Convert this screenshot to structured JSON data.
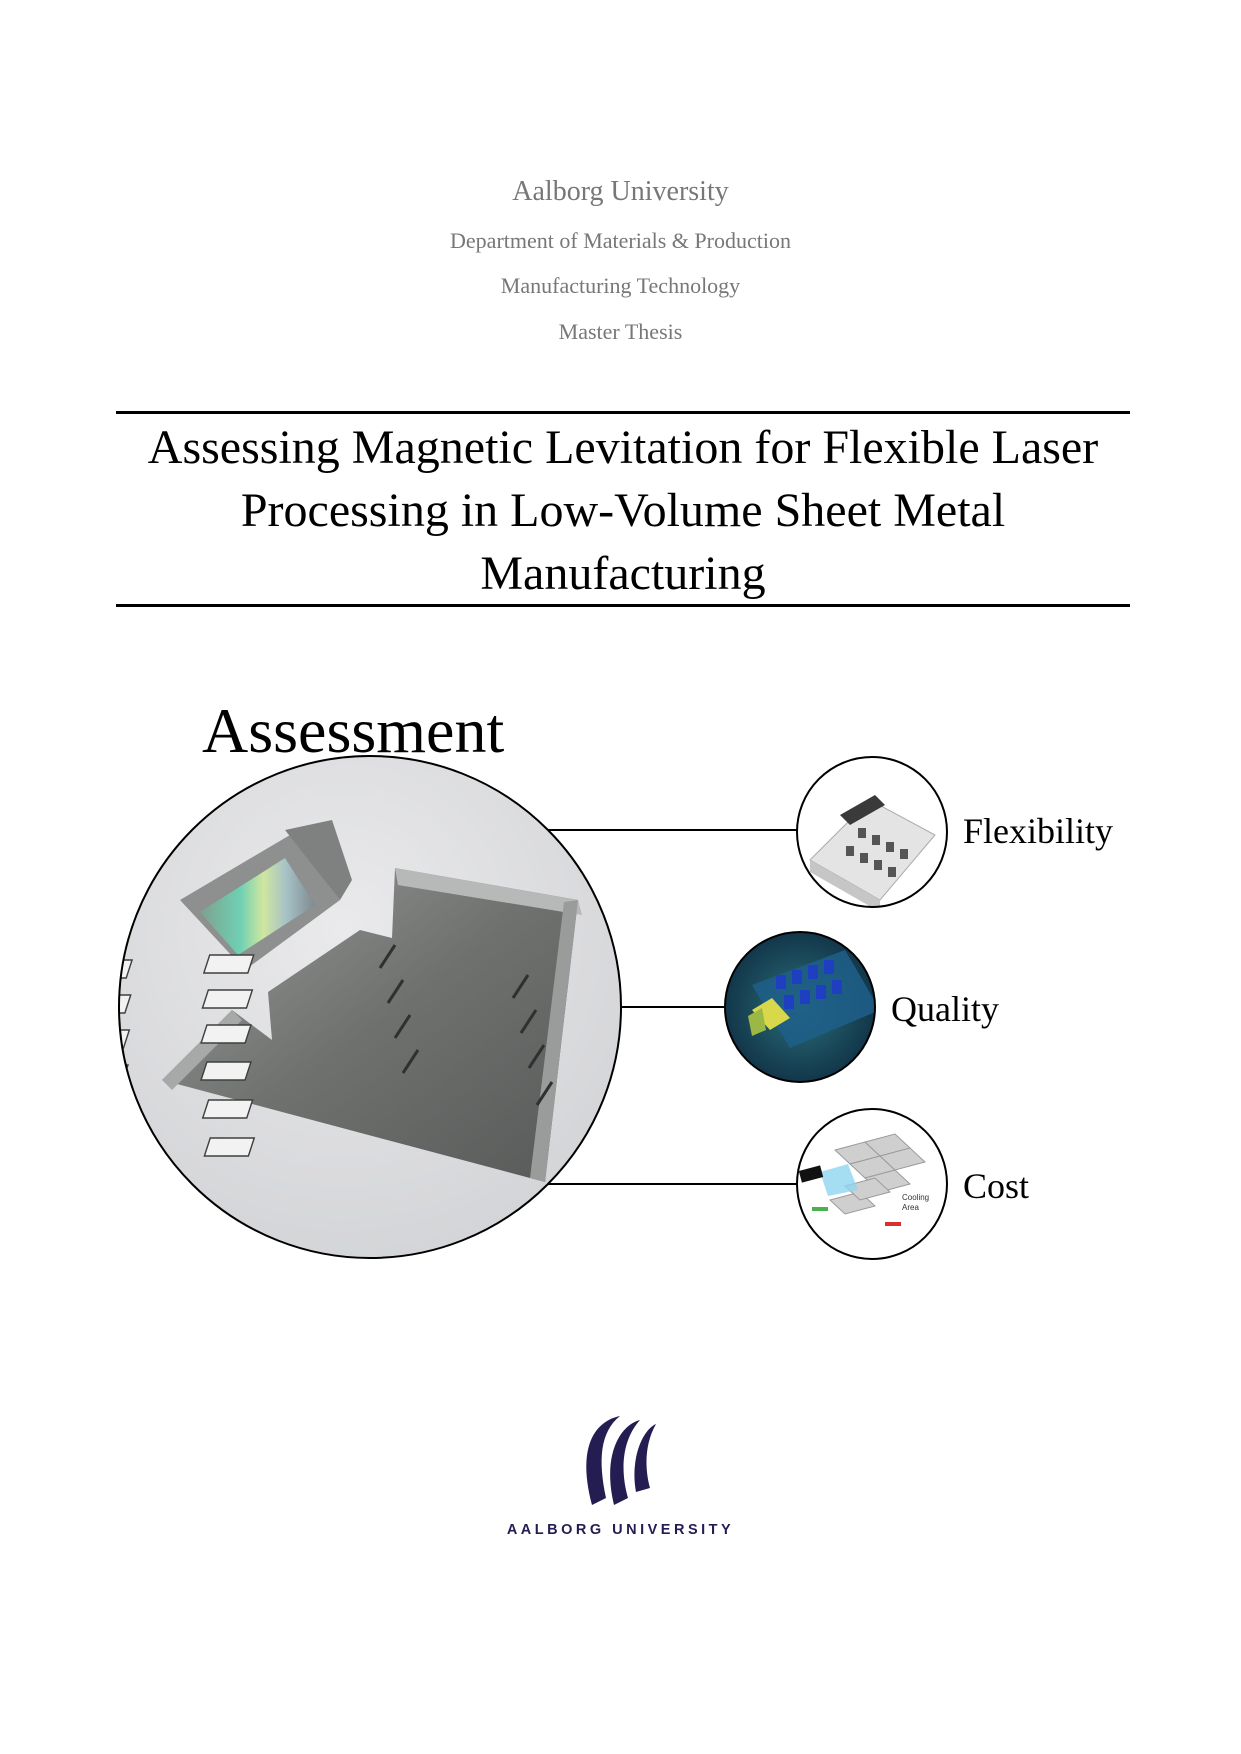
{
  "header": {
    "university": "Aalborg University",
    "department": "Department of Materials & Production",
    "program": "Manufacturing Technology",
    "thesis_type": "Master Thesis"
  },
  "title": "Assessing Magnetic Levitation for Flexible Laser Processing in Low-Volume Sheet Metal Manufacturing",
  "figure": {
    "heading": "Assessment",
    "criteria": [
      {
        "label": "Flexibility",
        "icon": "fixture-render-icon"
      },
      {
        "label": "Quality",
        "icon": "surface-scan-icon"
      },
      {
        "label": "Cost",
        "icon": "cooling-layout-icon"
      }
    ],
    "cost_inset": {
      "line1": "Cooling",
      "line2": "Area"
    }
  },
  "logo": {
    "text": "AALBORG UNIVERSITY",
    "color": "#241d52"
  }
}
